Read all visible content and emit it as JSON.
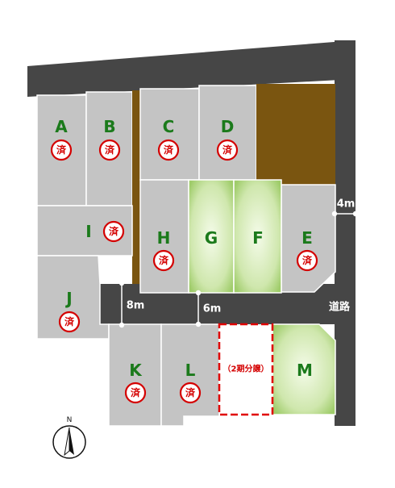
{
  "lots": [
    {
      "id": "A",
      "label": "A",
      "sold": true
    },
    {
      "id": "B",
      "label": "B",
      "sold": true
    },
    {
      "id": "C",
      "label": "C",
      "sold": true
    },
    {
      "id": "D",
      "label": "D",
      "sold": true
    },
    {
      "id": "E",
      "label": "E",
      "sold": true
    },
    {
      "id": "F",
      "label": "F",
      "sold": false
    },
    {
      "id": "G",
      "label": "G",
      "sold": false
    },
    {
      "id": "H",
      "label": "H",
      "sold": true
    },
    {
      "id": "I",
      "label": "I",
      "sold": true
    },
    {
      "id": "J",
      "label": "J",
      "sold": true
    },
    {
      "id": "K",
      "label": "K",
      "sold": true
    },
    {
      "id": "L",
      "label": "L",
      "sold": true
    },
    {
      "id": "M",
      "label": "M",
      "sold": false
    }
  ],
  "sold_mark": "済",
  "phase2_label": "（2期分譲）",
  "road_labels": {
    "width_8": "8m",
    "width_6": "6m",
    "width_4": "4m",
    "road": "道路"
  },
  "north_label": "N",
  "colors": {
    "road": "#464646",
    "lot": "#c4c4c4",
    "available_green": "#b5d98a",
    "brown_block": "#7a5510",
    "sold_red": "#d40000",
    "label_green": "#1b7a1b"
  }
}
